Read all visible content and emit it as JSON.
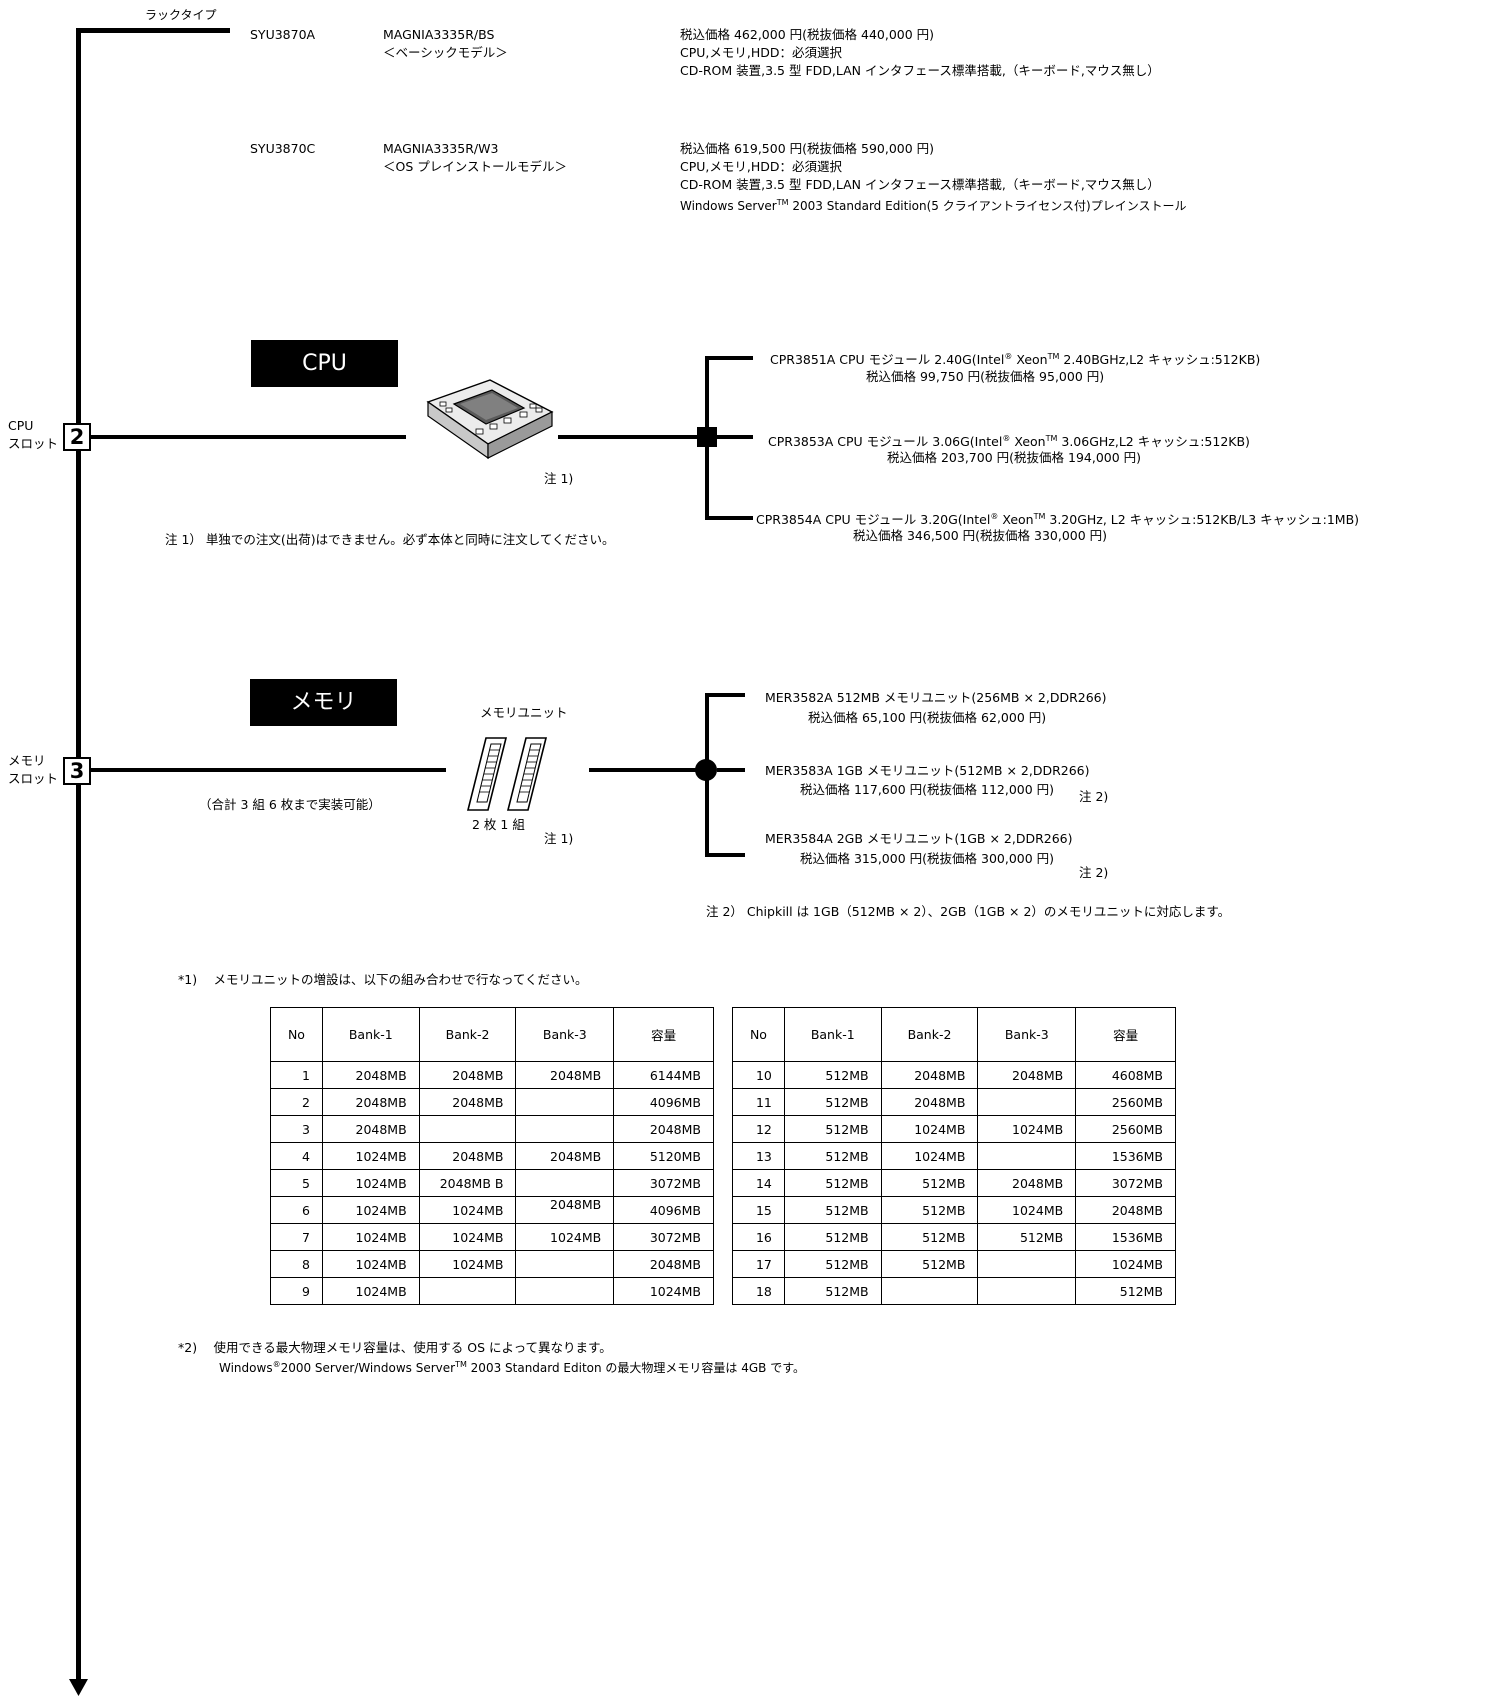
{
  "rack_label": "ラックタイプ",
  "models": [
    {
      "code": "SYU3870A",
      "name": "MAGNIA3335R/BS",
      "subname": "＜ベーシックモデル＞",
      "lines": [
        "税込価格 462,000 円(税抜価格 440,000 円)",
        "CPU,メモリ,HDD：必須選択",
        "CD-ROM 装置,3.5 型 FDD,LAN インタフェース標準搭載,（キーボード,マウス無し）"
      ]
    },
    {
      "code": "SYU3870C",
      "name": "MAGNIA3335R/W3",
      "subname": "＜OS プレインストールモデル＞",
      "lines": [
        "税込価格 619,500 円(税抜価格 590,000 円)",
        "CPU,メモリ,HDD：必須選択",
        "CD-ROM 装置,3.5 型 FDD,LAN インタフェース標準搭載,（キーボード,マウス無し）"
      ],
      "os_line": {
        "a": "Windows Server",
        "tm": "TM",
        "b": " 2003 Standard Edition(5 クライアントライセンス付)プレインストール"
      }
    }
  ],
  "cpu": {
    "section_label": "CPU",
    "slot_label_1": "CPU",
    "slot_label_2": "スロット",
    "slot_count": "2",
    "note_ref": "注 1)",
    "note_text": "注 1）  単独での注文(出荷)はできません。必ず本体と同時に注文してください。",
    "options": [
      {
        "p1": "CPR3851A  CPU モジュール 2.40G(Intel",
        "r": "®",
        "p2": " Xeon",
        "tm": "TM",
        "p3": "  2.40BGHz,L2 キャッシュ:512KB)",
        "price": "税込価格 99,750 円(税抜価格 95,000 円)"
      },
      {
        "p1": "CPR3853A  CPU モジュール 3.06G(Intel",
        "r": "®",
        "p2": " Xeon",
        "tm": "TM",
        "p3": "  3.06GHz,L2 キャッシュ:512KB)",
        "price": "税込価格 203,700 円(税抜価格 194,000 円)"
      },
      {
        "p1": "CPR3854A  CPU モジュール 3.20G(Intel",
        "r": "®",
        "p2": " Xeon",
        "tm": "TM",
        "p3": "  3.20GHz, L2 キャッシュ:512KB/L3 キャッシュ:1MB)",
        "price": "税込価格 346,500 円(税抜価格 330,000 円)"
      }
    ]
  },
  "memory": {
    "section_label": "メモリ",
    "slot_label_1": "メモリ",
    "slot_label_2": "スロット",
    "slot_count": "3",
    "unit_label": "メモリユニット",
    "pair_label": "2 枚 1 組",
    "capacity_note": "（合計 3 組 6 枚まで実装可能）",
    "note_ref": "注 1)",
    "options": [
      {
        "line": "MER3582A  512MB メモリユニット(256MB × 2,DDR266)",
        "price": "税込価格 65,100 円(税抜価格 62,000 円)",
        "note": ""
      },
      {
        "line": "MER3583A  1GB メモリユニット(512MB × 2,DDR266)",
        "price": "税込価格 117,600 円(税抜価格 112,000 円)",
        "note": "注 2)"
      },
      {
        "line": "MER3584A  2GB メモリユニット(1GB × 2,DDR266)",
        "price": "税込価格 315,000 円(税抜価格 300,000 円)",
        "note": "注 2)"
      }
    ],
    "note2_text": "注 2）  Chipkill は 1GB（512MB × 2）、2GB（1GB × 2）のメモリユニットに対応します。",
    "combo_heading": "*1)　 メモリユニットの増設は、以下の組み合わせで行なってください。",
    "table_headers": [
      "No",
      "Bank-1",
      "Bank-2",
      "Bank-3",
      "容量"
    ],
    "table_left": [
      [
        "1",
        "2048MB",
        "2048MB",
        "2048MB",
        "6144MB"
      ],
      [
        "2",
        "2048MB",
        "2048MB",
        "",
        "4096MB"
      ],
      [
        "3",
        "2048MB",
        "",
        "",
        "2048MB"
      ],
      [
        "4",
        "1024MB",
        "2048MB",
        "2048MB",
        "5120MB"
      ],
      [
        "5",
        "1024MB",
        "2048MB B",
        "",
        "3072MB"
      ],
      [
        "6",
        "1024MB",
        "1024MB",
        "2048MB",
        "4096MB"
      ],
      [
        "7",
        "1024MB",
        "1024MB",
        "1024MB",
        "3072MB"
      ],
      [
        "8",
        "1024MB",
        "1024MB",
        "",
        "2048MB"
      ],
      [
        "9",
        "1024MB",
        "",
        "",
        "1024MB"
      ]
    ],
    "table_right": [
      [
        "10",
        "512MB",
        "2048MB",
        "2048MB",
        "4608MB"
      ],
      [
        "11",
        "512MB",
        "2048MB",
        "",
        "2560MB"
      ],
      [
        "12",
        "512MB",
        "1024MB",
        "1024MB",
        "2560MB"
      ],
      [
        "13",
        "512MB",
        "1024MB",
        "",
        "1536MB"
      ],
      [
        "14",
        "512MB",
        "512MB",
        "2048MB",
        "3072MB"
      ],
      [
        "15",
        "512MB",
        "512MB",
        "1024MB",
        "2048MB"
      ],
      [
        "16",
        "512MB",
        "512MB",
        "512MB",
        "1536MB"
      ],
      [
        "17",
        "512MB",
        "512MB",
        "",
        "1024MB"
      ],
      [
        "18",
        "512MB",
        "",
        "",
        "512MB"
      ]
    ],
    "max_note_1": "*2)　 使用できる最大物理メモリ容量は、使用する OS によって異なります。",
    "max_note_2a": "Windows",
    "max_note_2r": "®",
    "max_note_2b": "2000 Server/Windows Server",
    "max_note_2tm": "TM",
    "max_note_2c": " 2003 Standard Editon の最大物理メモリ容量は 4GB です。"
  }
}
